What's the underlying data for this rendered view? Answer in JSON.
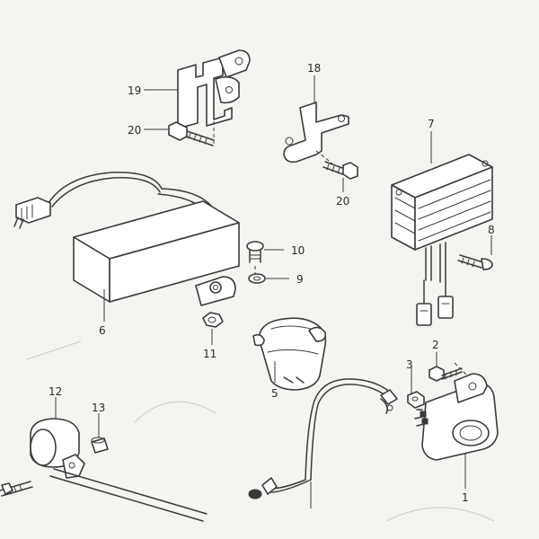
{
  "diagram": {
    "colors": {
      "ink": "#3a3a3a",
      "paper": "#f4f4f1"
    },
    "callouts": {
      "p1": "1",
      "p2": "2",
      "p3": "3",
      "p5": "5",
      "p6": "6",
      "p7": "7",
      "p8": "8",
      "p9": "9",
      "p10": "10",
      "p11": "11",
      "p12": "12",
      "p13": "13",
      "p18": "18",
      "p19": "19",
      "p20a": "20",
      "p20b": "20"
    }
  }
}
